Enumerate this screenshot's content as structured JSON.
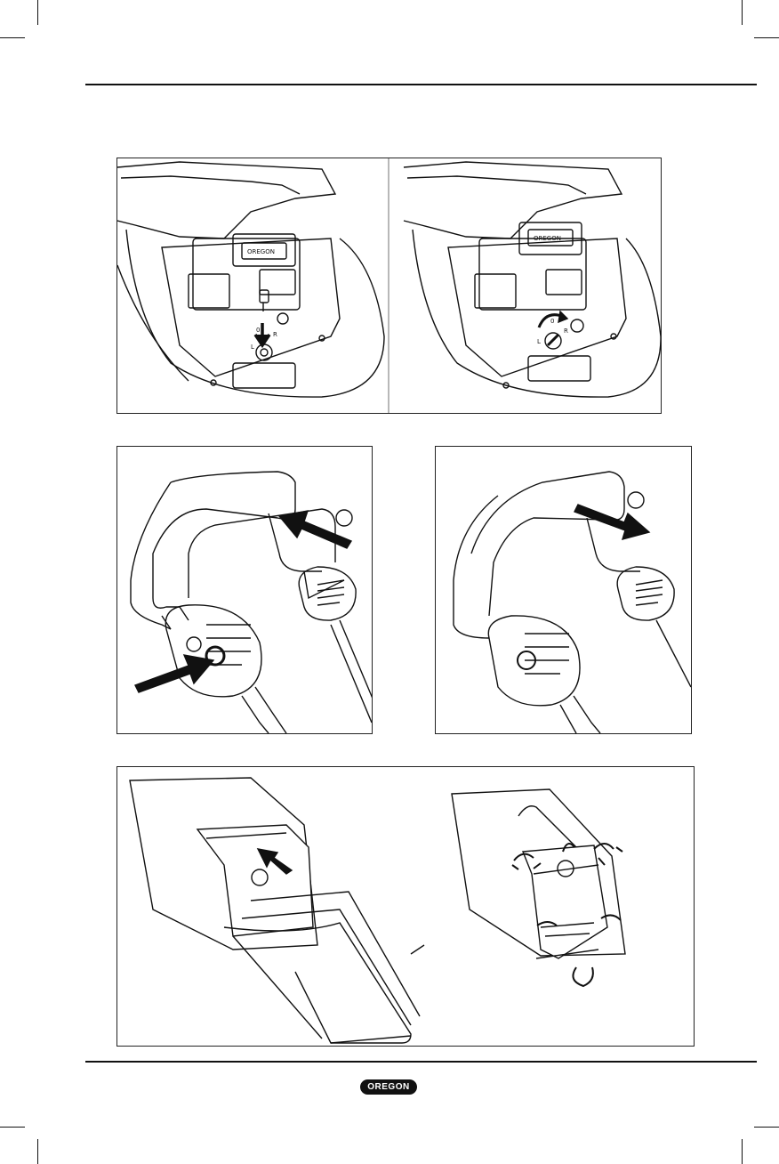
{
  "brand": {
    "logo_text": "OREGON"
  },
  "figure_1": {
    "left": {
      "key_labels": [
        "0",
        "L",
        "R"
      ],
      "panel_brand": "OREGON"
    },
    "right": {
      "key_labels": [
        "0",
        "L",
        "R"
      ],
      "panel_brand": "OREGON"
    }
  },
  "icons": [
    "arrow-down-icon",
    "rotate-arrow-icon",
    "push-arrow-icon",
    "pull-arrow-icon",
    "twist-arrow-icon"
  ]
}
